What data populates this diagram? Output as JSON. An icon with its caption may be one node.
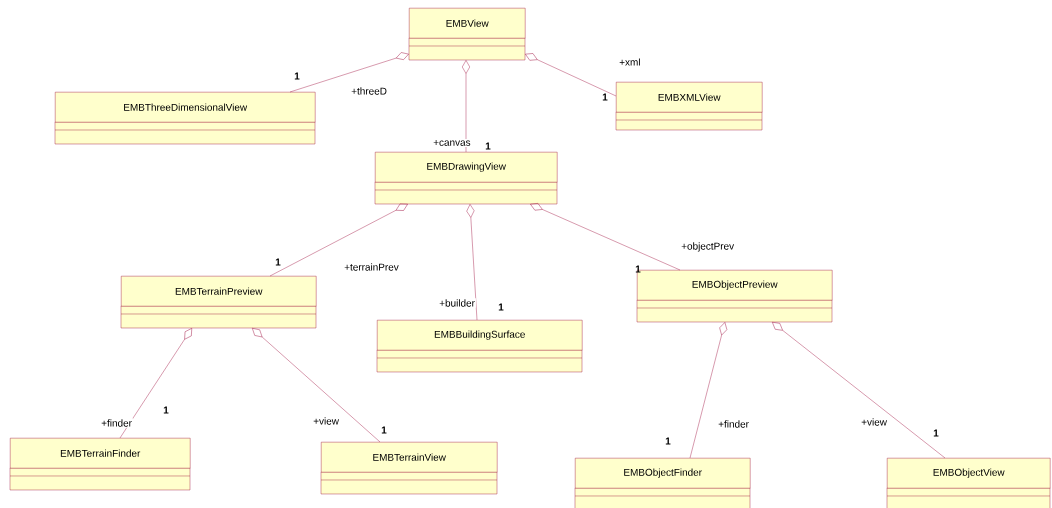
{
  "diagram": {
    "nodes": [
      {
        "text": [
          "EMBView"
        ]
      },
      {
        "text": [
          "EMBThreeDimensionalView"
        ]
      },
      {
        "text": [
          "EMBXMLView"
        ]
      },
      {
        "text": [
          "EMBDrawingView"
        ]
      },
      {
        "text": [
          "EMBTerrainPreview"
        ]
      },
      {
        "text": [
          "EMBBuildingSurface"
        ]
      },
      {
        "text": [
          "EMBObjectPreview"
        ]
      },
      {
        "text": [
          "EMBTerrainFinder"
        ]
      },
      {
        "text": [
          "EMBTerrainView"
        ]
      },
      {
        "text": [
          "EMBObjectFinder"
        ]
      },
      {
        "text": [
          "EMBObjectView"
        ]
      }
    ],
    "edges": [
      {
        "from": 0,
        "to": 1,
        "arrow": "other",
        "label": "+threeD"
      },
      {
        "from": 0,
        "to": 3,
        "arrow": "other",
        "label": "+canvas"
      },
      {
        "from": 0,
        "to": 2,
        "arrow": "other",
        "label": "+xml"
      },
      {
        "from": 3,
        "to": 4,
        "arrow": "other",
        "label": "+terrainPrev"
      },
      {
        "from": 3,
        "to": 5,
        "arrow": "other",
        "label": "+builder"
      },
      {
        "from": 3,
        "to": 6,
        "arrow": "other",
        "label": "+objectPrev"
      },
      {
        "from": 4,
        "to": 7,
        "arrow": "other",
        "label": "+finder"
      },
      {
        "from": 4,
        "to": 8,
        "arrow": "other",
        "label": "+view"
      },
      {
        "from": 6,
        "to": 9,
        "arrow": "other",
        "label": "+finder"
      },
      {
        "from": 6,
        "to": 10,
        "arrow": "other",
        "label": "+view"
      }
    ],
    "labels": [
      "1",
      "1",
      "1",
      "1",
      "1",
      "1",
      "1",
      "1",
      "1",
      "1"
    ]
  }
}
